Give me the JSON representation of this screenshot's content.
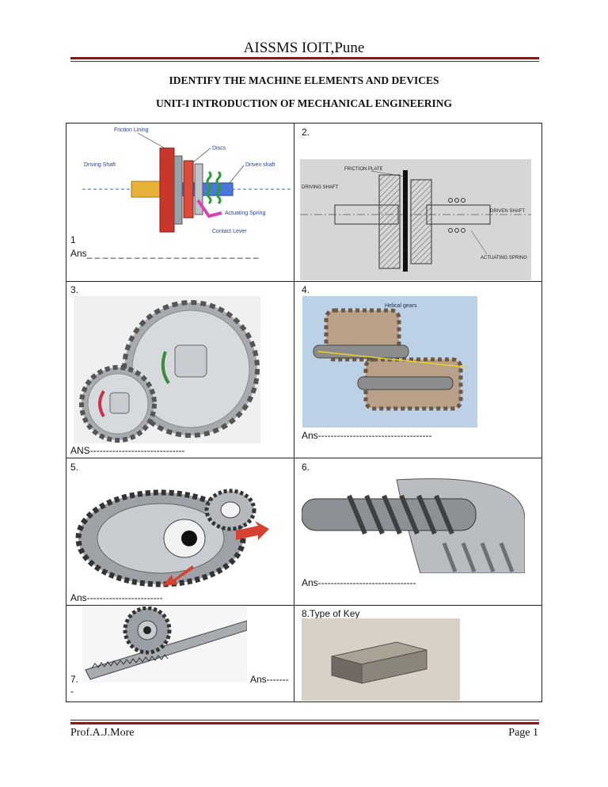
{
  "header": {
    "institute": "AISSMS IOIT,Pune"
  },
  "heading": {
    "line1": "IDENTIFY THE MACHINE ELEMENTS AND DEVICES",
    "line2": "UNIT-I INTRODUCTION OF MECHANICAL ENGINEERING"
  },
  "cells": {
    "c1": {
      "num": "1",
      "ans": "Ans_ _ _ _ _ _ _ _ _ _ _ _ _ _ _ _ _ _ _ _ _ _",
      "labels": {
        "friction": "Friction Lining",
        "discs": "Discs",
        "driving": "Driving Shaft",
        "driven": "Driven shaft",
        "spring": "Actuating Spring",
        "lever": "Contact Lever"
      }
    },
    "c2": {
      "num": "2.",
      "labels": {
        "plate": "FRICTION PLATE",
        "driving": "DRIVING SHAFT",
        "driven": "DRIVEN SHAFT",
        "spring": "ACTUATING SPRING"
      }
    },
    "c3": {
      "num": "3.",
      "ans": "ANS------------------------------"
    },
    "c4": {
      "num": "4.",
      "ans": "Ans------------------------------------",
      "img_label": "Helical gears"
    },
    "c5": {
      "num": "5.",
      "ans": "Ans------------------------"
    },
    "c6": {
      "num": "6.",
      "ans": "Ans-------------------------------"
    },
    "c7": {
      "num": "7.",
      "ans": "Ans-------",
      "ans_cont": "-"
    },
    "c8": {
      "num": "8.Type of Key"
    }
  },
  "footer": {
    "left": "Prof.A.J.More",
    "right": "Page 1"
  },
  "colors": {
    "rule": "#7a1f1f"
  }
}
